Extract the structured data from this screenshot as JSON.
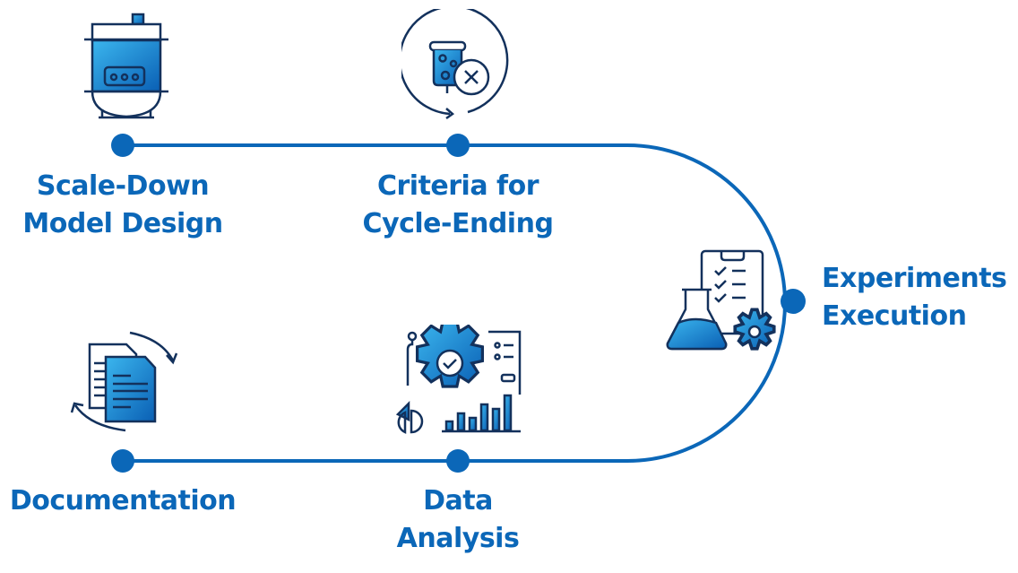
{
  "steps": [
    {
      "label_lines": [
        "Scale-Down",
        "Model Design"
      ],
      "icon": "reactor-vessel-icon"
    },
    {
      "label_lines": [
        "Criteria for",
        "Cycle-Ending"
      ],
      "icon": "test-tube-cancel-cycle-icon"
    },
    {
      "label_lines": [
        "Experiments",
        "Execution"
      ],
      "icon": "flask-checklist-gear-icon"
    },
    {
      "label_lines": [
        "Data",
        "Analysis"
      ],
      "icon": "gear-check-chart-icon"
    },
    {
      "label_lines": [
        "Documentation"
      ],
      "icon": "documents-sync-icon"
    }
  ],
  "colors": {
    "track": "#0b67b8",
    "text": "#0b67b8",
    "outline": "#13315c",
    "fill_light": "#3bb6ee",
    "fill_dark": "#0a5fb4"
  }
}
